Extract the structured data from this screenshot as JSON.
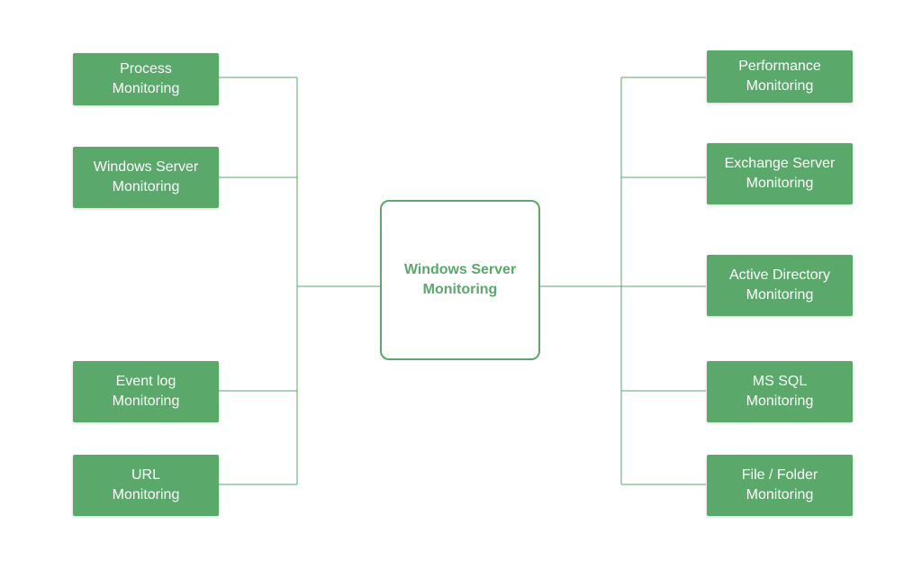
{
  "colors": {
    "node_fill": "#5aa96b",
    "node_text": "#ffffff",
    "connector": "#5aa96b",
    "center_border": "#5aa96b",
    "center_text": "#5aa96b",
    "background": "#ffffff"
  },
  "center": {
    "label": "Windows Server\nMonitoring"
  },
  "left_nodes": [
    {
      "label": "Process\nMonitoring"
    },
    {
      "label": "Windows Server\nMonitoring"
    },
    {
      "label": "Event log\nMonitoring"
    },
    {
      "label": "URL\nMonitoring"
    }
  ],
  "right_nodes": [
    {
      "label": "Performance\nMonitoring"
    },
    {
      "label": "Exchange Server\nMonitoring"
    },
    {
      "label": "Active Directory\nMonitoring"
    },
    {
      "label": "MS SQL\nMonitoring"
    },
    {
      "label": "File / Folder\nMonitoring"
    }
  ]
}
